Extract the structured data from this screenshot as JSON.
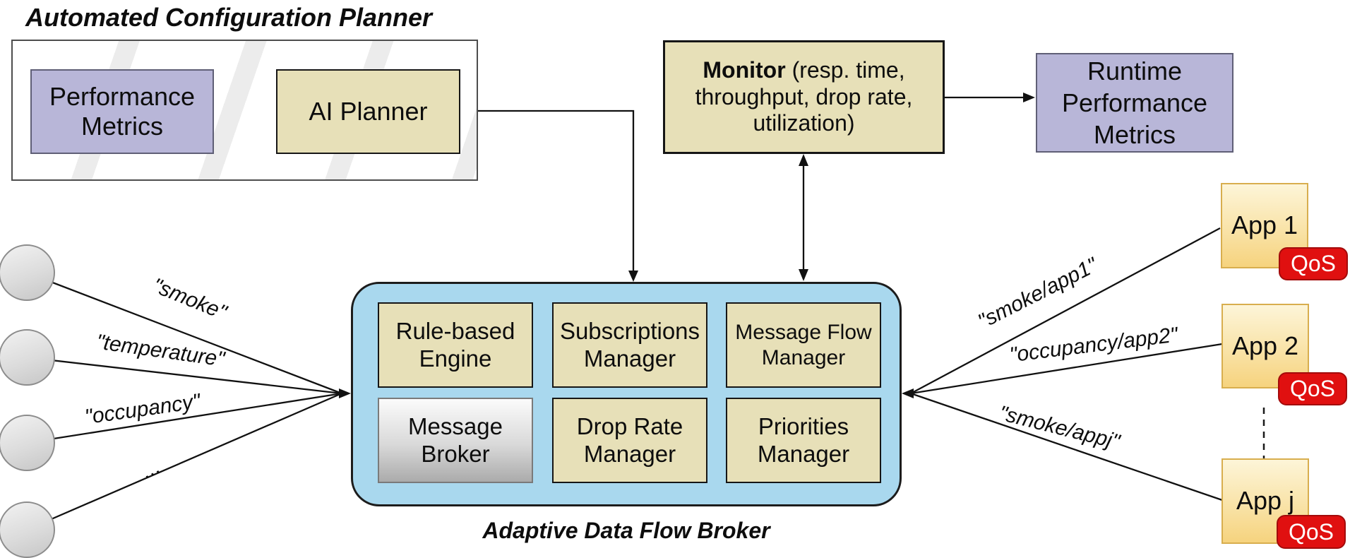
{
  "planner": {
    "title": "Automated Configuration Planner",
    "pm_label": "Performance\nMetrics",
    "ai_label": "AI Planner"
  },
  "monitor": {
    "bold": "Monitor",
    "rest": " (resp. time,\nthroughput, drop rate,\nutilization)"
  },
  "runtime": {
    "label": "Runtime\nPerformance\nMetrics"
  },
  "broker": {
    "title": "Adaptive Data Flow Broker",
    "modules": [
      "Rule-based\nEngine",
      "Subscriptions\nManager",
      "Message Flow\nManager",
      "Message\nBroker",
      "Drop Rate\nManager",
      "Priorities\nManager"
    ]
  },
  "edge_labels": {
    "sensors": [
      "\"smoke\"",
      "\"temperature\"",
      "\"occupancy\"",
      "..."
    ],
    "subscriptions": [
      "\"smoke/app1\"",
      "\"occupancy/app2\"",
      "\"smoke/appj\""
    ]
  },
  "apps": [
    {
      "label": "App 1",
      "badge": "QoS"
    },
    {
      "label": "App 2",
      "badge": "QoS"
    },
    {
      "label": "App j",
      "badge": "QoS"
    }
  ],
  "colors": {
    "tan_box": "#e7e0b8",
    "lavender_box": "#b8b6d8",
    "broker_blue": "#a9d8ee",
    "qos_red": "#e01010",
    "app_yellow_top": "#fdf5d8",
    "app_yellow_bottom": "#f6d37e",
    "stripe_gray": "#ececec",
    "line_black": "#111111"
  }
}
